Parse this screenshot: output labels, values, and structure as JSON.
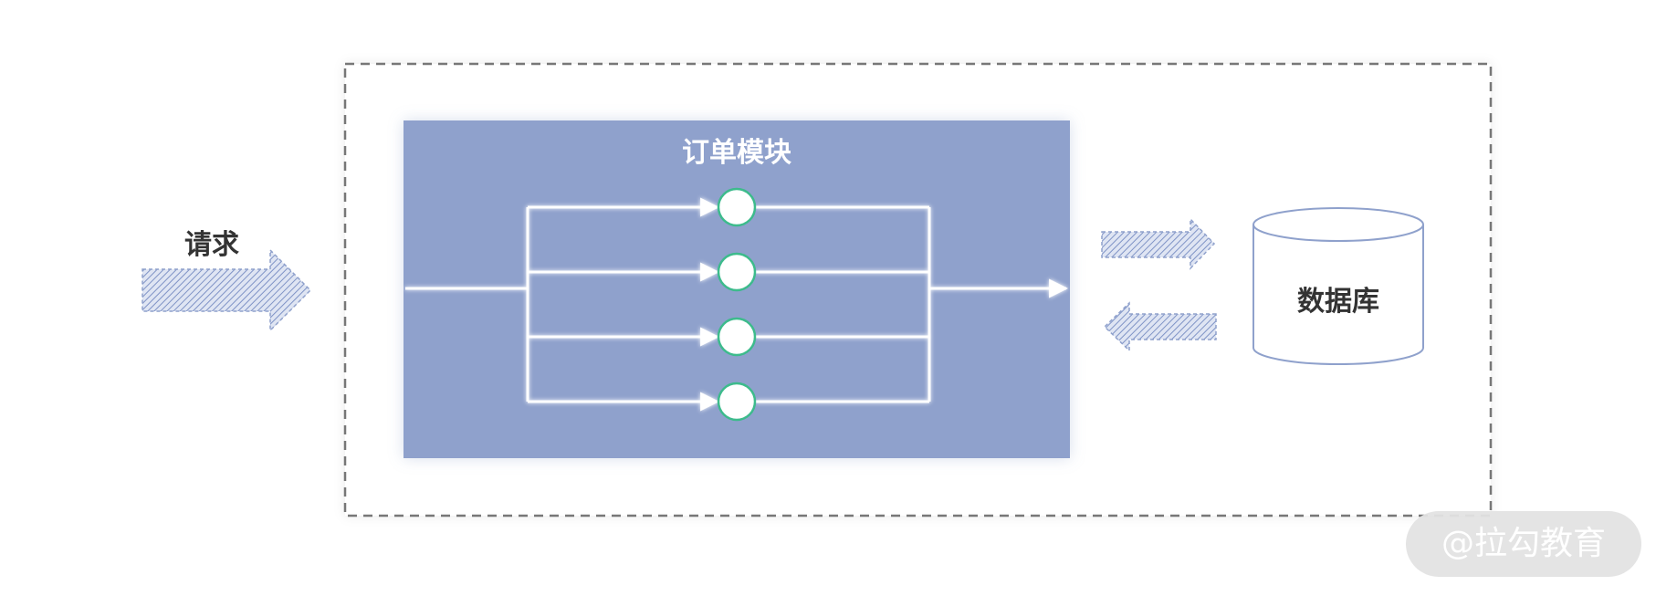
{
  "request_label": "请求",
  "module_title": "订单模块",
  "database_label": "数据库",
  "watermark_text": "@拉勾教育",
  "colors": {
    "module_fill": "#8fa1cc",
    "node_fill": "#ffffff",
    "node_stroke": "#3dbb8c",
    "arrow_hatch": "#8fa1cc",
    "outer_border": "#777777",
    "db_stroke": "#8fa1cc"
  },
  "parallel_branch_count": 4
}
